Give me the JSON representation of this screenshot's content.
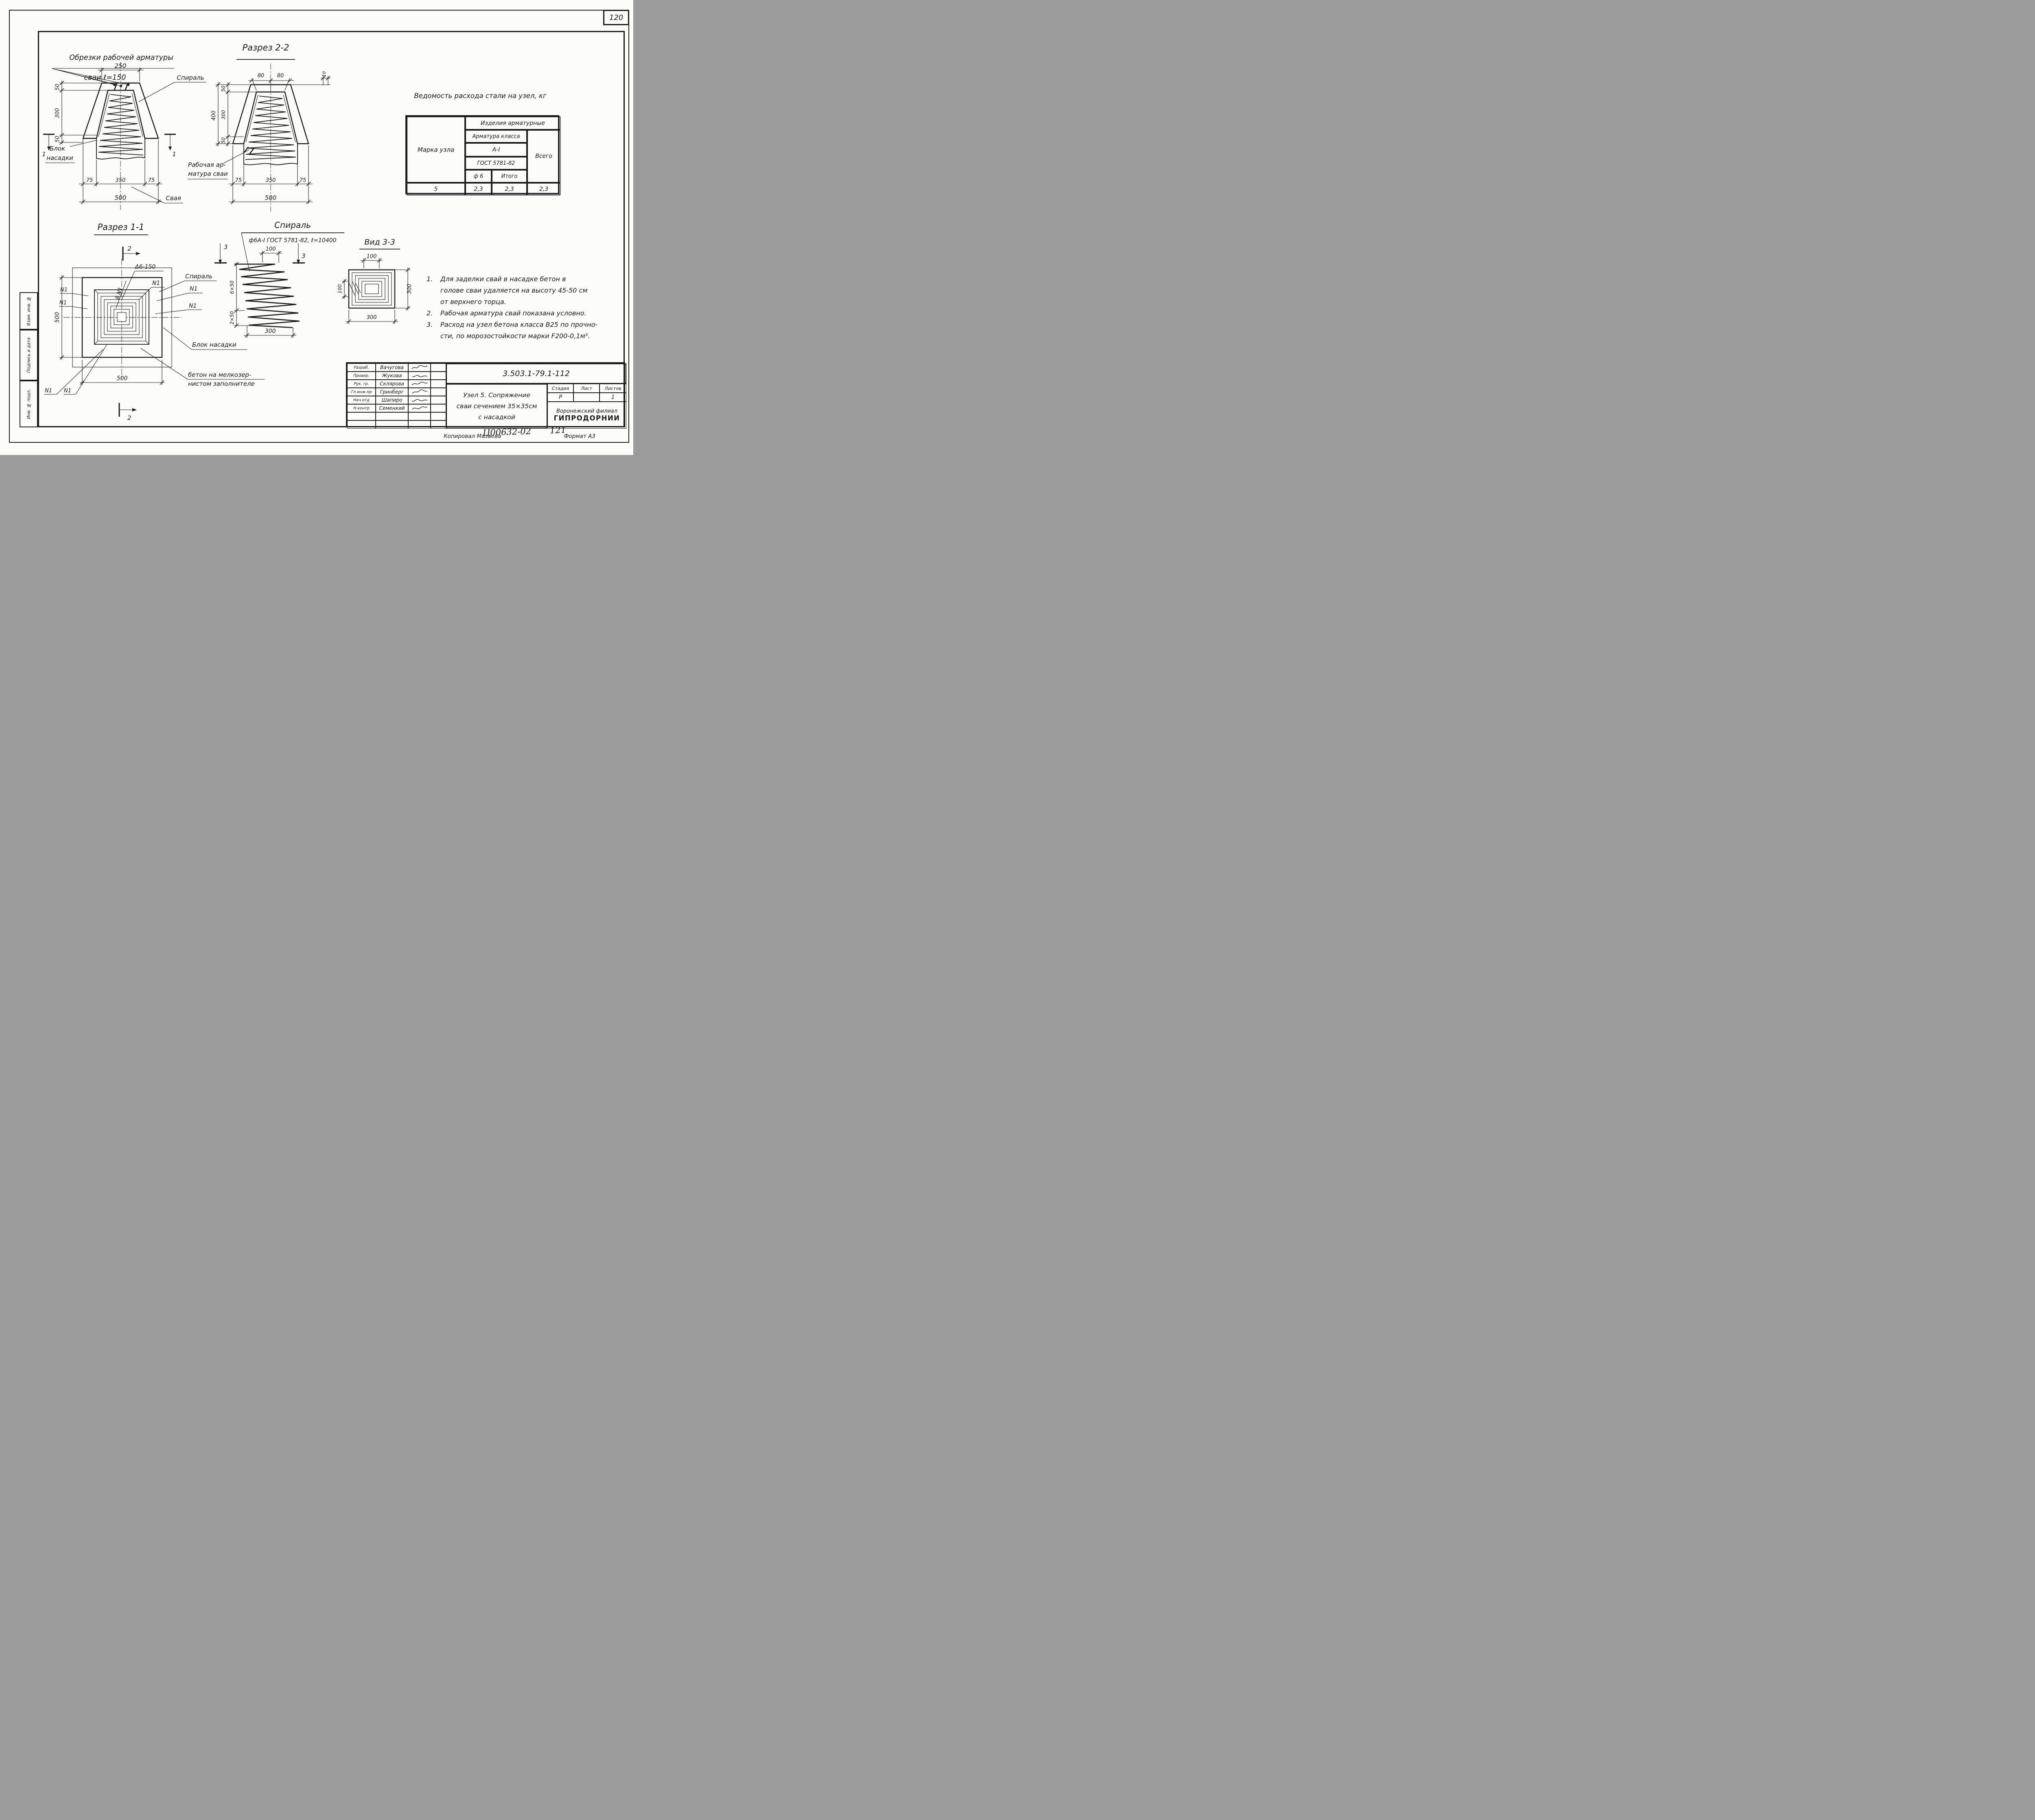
{
  "page": {
    "number": "120"
  },
  "margin": {
    "labels": [
      "Инв. № подл.",
      "Подпись и дата",
      "Взам. инв. №"
    ]
  },
  "sections": {
    "s22": "Разрез 2-2",
    "s11": "Разрез 1-1",
    "sp": "Спираль",
    "spec": "ф6А-I ГОСТ 5781-82, ℓ=10400",
    "view": "Вид 3-3",
    "m1": "1",
    "m2": "2",
    "m3": "3"
  },
  "labels": {
    "cuts1": "Обрезки рабочей арматуры",
    "cuts2": "сваи ℓ=150",
    "spiral": "Спираль",
    "block1": "Блок",
    "block2": "насадки",
    "pile": "Свая",
    "rebar1": "Рабочая ар-",
    "rebar2": "матура сваи",
    "mesh": "Δ6-150",
    "n1": "N1",
    "n8": "8 N1",
    "blockfull": "Блок насадки",
    "concrete1": "бетон на мелкозер-",
    "concrete2": "нистом заполнителе"
  },
  "dims": {
    "d10": "10",
    "d50": "50",
    "d75": "75",
    "d80": "80",
    "d100": "100",
    "d250": "250",
    "d300": "300",
    "d350": "350",
    "d400": "400",
    "d500": "500",
    "d6x50": "6×50",
    "d2x50": "2×50"
  },
  "table": {
    "title": "Ведомость расхода стали на узел, кг",
    "col_mark": "Марка узла",
    "group": "Изделия арматурные",
    "sub_group": "Арматура класса",
    "steel_class": "А-I",
    "gost": "ГОСТ 5781-82",
    "dia": "ф 6",
    "itogo": "Итого",
    "total": "Всего",
    "row": {
      "mark": "5",
      "dia": "2,3",
      "itogo": "2,3",
      "total": "2,3"
    }
  },
  "notes": [
    {
      "num": "1.",
      "lines": [
        "Для заделки свай в насадке бетон в",
        "голове сваи удаляется на высоту 45-50 см",
        "от верхнего торца."
      ]
    },
    {
      "num": "2.",
      "lines": [
        "Рабочая арматура свай показана условно."
      ]
    },
    {
      "num": "3.",
      "lines": [
        "Расход на узел бетона класса В25 по прочно-",
        "сти, по морозостойкости марки F200-0,1м³."
      ]
    }
  ],
  "titleblock": {
    "doc_number": "3.503.1-79.1-112",
    "roles": [
      {
        "role": "Разраб.",
        "name": "Вачугова"
      },
      {
        "role": "Провер.",
        "name": "Жукова"
      },
      {
        "role": "Рук. гр.",
        "name": "Склярова"
      },
      {
        "role": "Гл.инж.пр",
        "name": "Гринберг"
      },
      {
        "role": "Нач.отд",
        "name": "Шапиро"
      },
      {
        "role": "Н.контр",
        "name": "Семенкий"
      }
    ],
    "title1": "Узел 5.  Сопряжение",
    "title2": "сваи сечением 35×35см",
    "title3": "с насадкой",
    "h_stage": "Стадия",
    "h_sheet": "Лист",
    "h_sheets": "Листов",
    "stage": "Р",
    "sheet": "",
    "sheets": "1",
    "org1": "Воронежский филиал",
    "org2": "ГИПРОДОРНИИ"
  },
  "footer": {
    "copied": "Копировал Мазаева",
    "format": "Формат А3",
    "hand_code": "Ц00632-02",
    "hand_num": "121"
  }
}
